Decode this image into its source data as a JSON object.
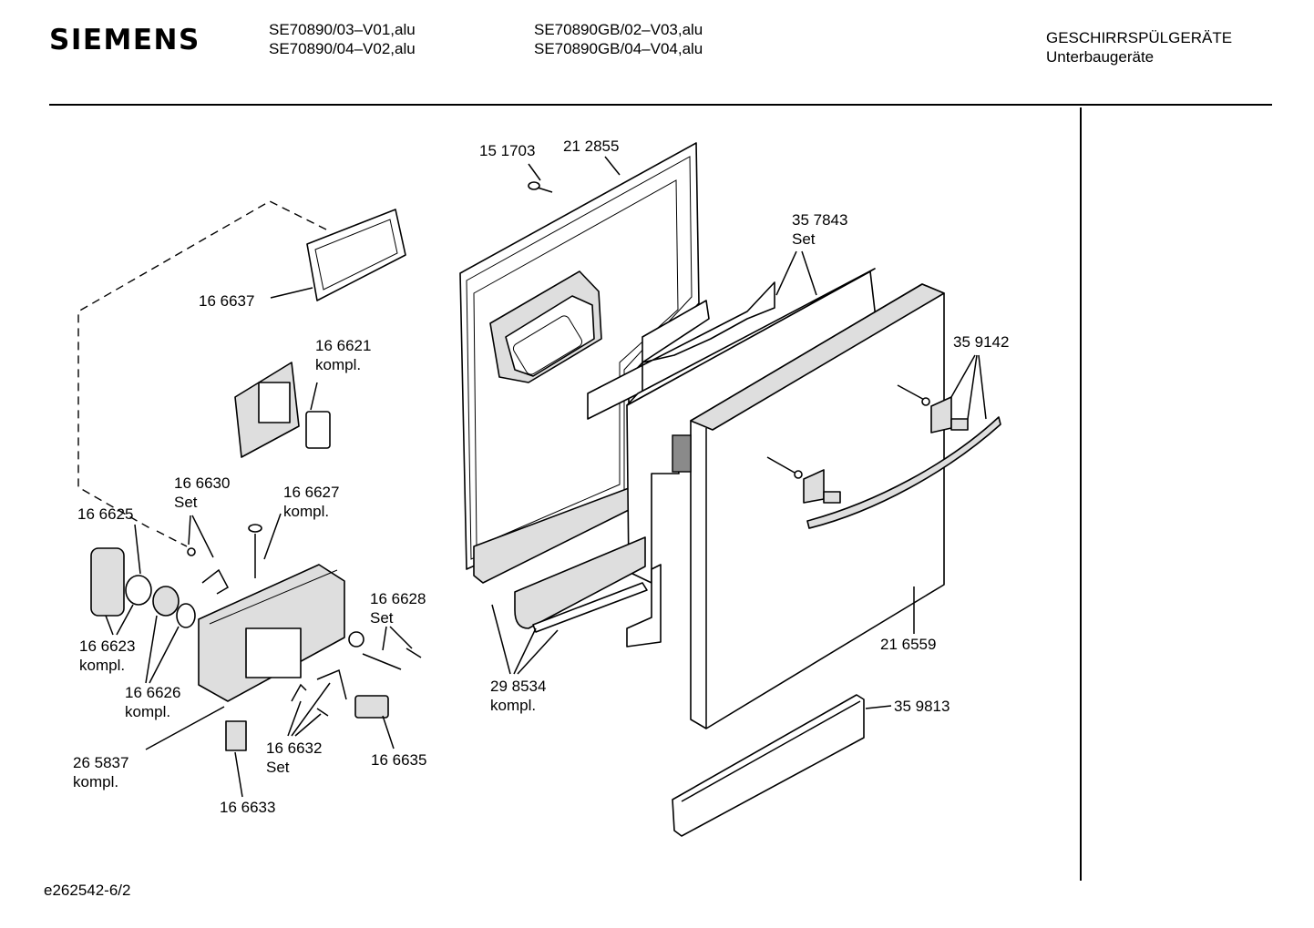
{
  "header": {
    "brand": "SIEMENS",
    "models_col1": [
      "SE70890/03–V01,alu",
      "SE70890/04–V02,alu"
    ],
    "models_col2": [
      "SE70890GB/02–V03,alu",
      "SE70890GB/04–V04,alu"
    ],
    "category": "GESCHIRRSPÜLGERÄTE",
    "subcategory": "Unterbaugeräte"
  },
  "parts": {
    "p151703": "15 1703",
    "p212855": "21 2855",
    "p357843": "35 7843",
    "p357843_note": "Set",
    "p166637": "16 6637",
    "p166621": "16 6621",
    "p166621_note": "kompl.",
    "p166630": "16 6630",
    "p166630_note": "Set",
    "p166627": "16 6627",
    "p166627_note": "kompl.",
    "p166625": "16 6625",
    "p359142": "35 9142",
    "p166628": "16 6628",
    "p166628_note": "Set",
    "p166623": "16 6623",
    "p166623_note": "kompl.",
    "p166626": "16 6626",
    "p166626_note": "kompl.",
    "p216559": "21 6559",
    "p298534": "29 8534",
    "p298534_note": "kompl.",
    "p359813": "35 9813",
    "p265837": "26 5837",
    "p265837_note": "kompl.",
    "p166632": "16 6632",
    "p166632_note": "Set",
    "p166635": "16 6635",
    "p166633": "16 6633"
  },
  "footer": {
    "doc_id": "e262542-6/2"
  }
}
